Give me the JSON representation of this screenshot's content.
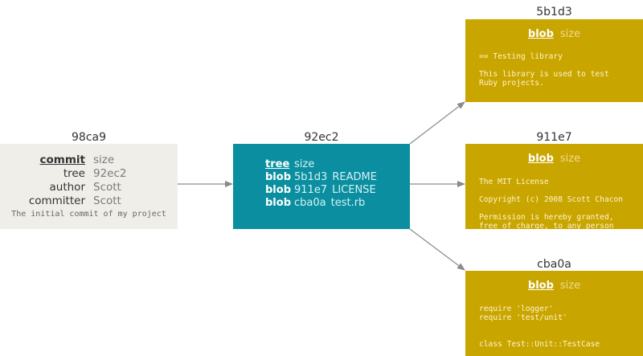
{
  "commit": {
    "hash": "98ca9",
    "header": {
      "key": "commit",
      "value": "size"
    },
    "fields": [
      {
        "key": "tree",
        "value": "92ec2"
      },
      {
        "key": "author",
        "value": "Scott"
      },
      {
        "key": "committer",
        "value": "Scott"
      }
    ],
    "message": "The initial commit of my project"
  },
  "tree": {
    "hash": "92ec2",
    "header": {
      "key": "tree",
      "value": "size"
    },
    "entries": [
      {
        "type": "blob",
        "hash": "5b1d3",
        "name": "README"
      },
      {
        "type": "blob",
        "hash": "911e7",
        "name": "LICENSE"
      },
      {
        "type": "blob",
        "hash": "cba0a",
        "name": "test.rb"
      }
    ]
  },
  "blobs": [
    {
      "hash": "5b1d3",
      "type": "blob",
      "size_label": "size",
      "lines": [
        "== Testing library",
        "",
        "This library is used to test",
        "Ruby projects."
      ]
    },
    {
      "hash": "911e7",
      "type": "blob",
      "size_label": "size",
      "lines": [
        "The MIT License",
        "",
        "Copyright (c) 2008 Scott Chacon",
        "",
        "Permission is hereby granted,",
        "free of charge, to any person"
      ]
    },
    {
      "hash": "cba0a",
      "type": "blob",
      "size_label": "size",
      "lines": [
        "require 'logger'",
        "require 'test/unit'",
        "",
        "class Test::Unit::TestCase"
      ]
    }
  ],
  "colors": {
    "commit_bg": "#efeee9",
    "tree_bg": "#0b8fa0",
    "blob_bg": "#c9a500",
    "arrow": "#8a8a8a"
  }
}
